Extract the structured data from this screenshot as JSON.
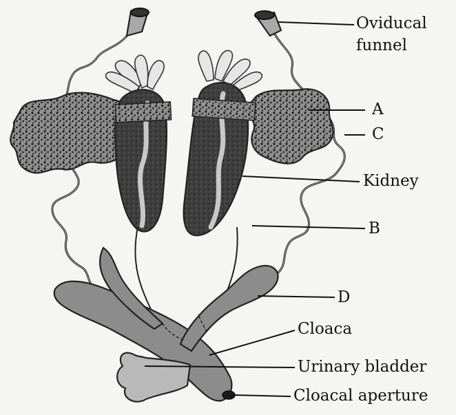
{
  "labels": {
    "oviducal_funnel_line1": "Oviducal",
    "oviducal_funnel_line2": "funnel",
    "a": "A",
    "c": "C",
    "kidney": "Kidney",
    "b": "B",
    "d": "D",
    "cloaca": "Cloaca",
    "urinary_bladder": "Urinary bladder",
    "cloacal_aperture": "Cloacal aperture"
  },
  "colors": {
    "background": "#f5f5f3",
    "kidney_fill": "#3e3e3e",
    "kidney_stripe": "#c8c8c8",
    "cloaca_fill": "#8c8c8c",
    "bladder_fill": "#b9b9b9",
    "ovary_fill": "#9a9a9a",
    "fat_body_fill": "#e6e6e6",
    "line": "#111111"
  }
}
